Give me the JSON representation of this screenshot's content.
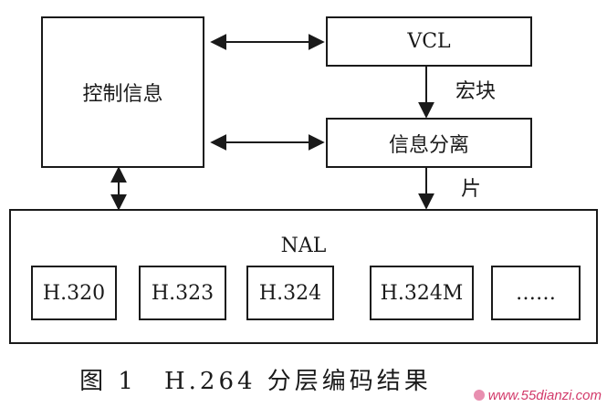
{
  "diagram": {
    "control_box_label": "控制信息",
    "vcl_box_label": "VCL",
    "separation_box_label": "信息分离",
    "macroblock_label": "宏块",
    "slice_label": "片",
    "nal_box_label": "NAL",
    "protocols": [
      {
        "label": "H.320"
      },
      {
        "label": "H.323"
      },
      {
        "label": "H.324"
      },
      {
        "label": "H.324M"
      },
      {
        "label": "……"
      }
    ]
  },
  "caption": "图 1　H.264 分层编码结果",
  "watermark": "www.55dianzi.com"
}
